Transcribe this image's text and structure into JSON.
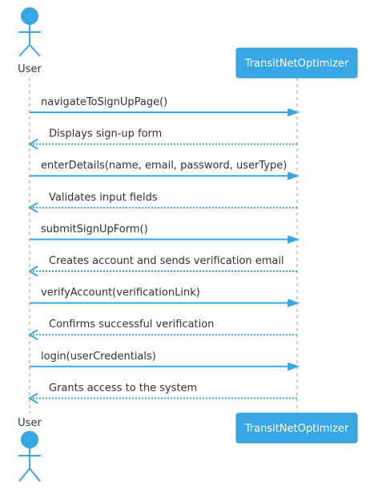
{
  "participants": {
    "actor": {
      "label": "User",
      "icon": "stick-figure-actor-icon"
    },
    "system": {
      "label": "TransitNetOptimizer"
    }
  },
  "messages": [
    {
      "text": "navigateToSignUpPage()",
      "kind": "call"
    },
    {
      "text": "Displays sign-up form",
      "kind": "return"
    },
    {
      "text": "enterDetails(name, email, password, userType)",
      "kind": "call"
    },
    {
      "text": "Validates input fields",
      "kind": "return"
    },
    {
      "text": "submitSignUpForm()",
      "kind": "call"
    },
    {
      "text": "Creates account and sends verification email",
      "kind": "return"
    },
    {
      "text": "verifyAccount(verificationLink)",
      "kind": "call"
    },
    {
      "text": "Confirms successful verification",
      "kind": "return"
    },
    {
      "text": "login(userCredentials)",
      "kind": "call"
    },
    {
      "text": "Grants access to the system",
      "kind": "return"
    }
  ],
  "colors": {
    "accent": "#3AA7E5",
    "box_fill": "#3AA7E5",
    "box_border": "#2A96D6",
    "lifeline": "#9a9a9a",
    "text": "#333333"
  }
}
